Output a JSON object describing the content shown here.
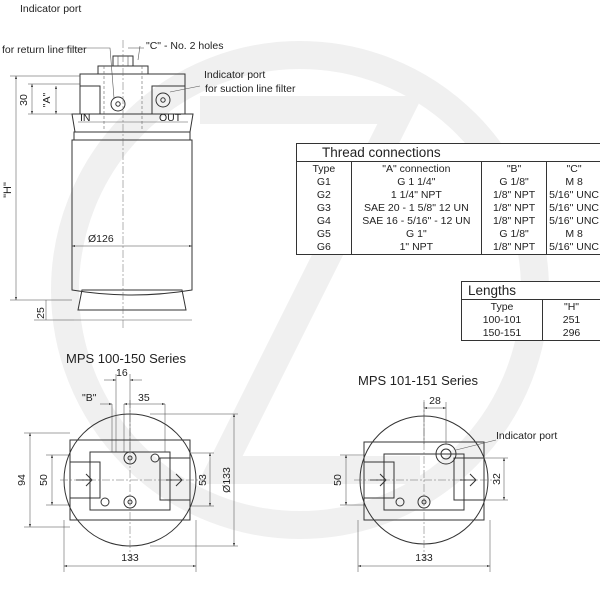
{
  "labels": {
    "indicator_return": [
      "Indicator port",
      "for return line filter"
    ],
    "indicator_suction": [
      "Indicator port",
      "for suction line filter"
    ],
    "holes": "\"C\" - No. 2 holes",
    "port_a": "\"A\"",
    "port_in": "IN",
    "port_out": "OUT",
    "series_left": "MPS 100-150 Series",
    "series_right": "MPS 101-151 Series",
    "indicator_port": "Indicator port",
    "port_b": "\"B\""
  },
  "dimensions": {
    "d30": "30",
    "h": "\"H\"",
    "d25": "25",
    "d126": "Ø126",
    "d16": "16",
    "d35": "35",
    "d94": "94",
    "d50_left": "50",
    "d53": "53",
    "d133_dia": "Ø133",
    "d133_left": "133",
    "d28": "28",
    "d50_right": "50",
    "d32": "32",
    "d133_right": "133"
  },
  "thread_table": {
    "title": "Thread connections",
    "headers": [
      "Type",
      "\"A\"  connection",
      "\"B\"",
      "\"C\""
    ],
    "rows": [
      [
        "G1",
        "G 1 1/4\"",
        "G 1/8\"",
        "M 8"
      ],
      [
        "G2",
        "1 1/4\" NPT",
        "1/8\" NPT",
        "5/16\" UNC"
      ],
      [
        "G3",
        "SAE 20 - 1 5/8\" 12 UN",
        "1/8\" NPT",
        "5/16\" UNC"
      ],
      [
        "G4",
        "SAE 16 - 5/16\" - 12 UN",
        "1/8\" NPT",
        "5/16\" UNC"
      ],
      [
        "G5",
        "G 1\"",
        "G 1/8\"",
        "M 8"
      ],
      [
        "G6",
        "1\" NPT",
        "1/8\" NPT",
        "5/16\" UNC"
      ]
    ]
  },
  "lengths_table": {
    "title": "Lengths",
    "headers": [
      "Type",
      "\"H\""
    ],
    "rows": [
      [
        "100-101",
        "251"
      ],
      [
        "150-151",
        "296"
      ]
    ]
  }
}
